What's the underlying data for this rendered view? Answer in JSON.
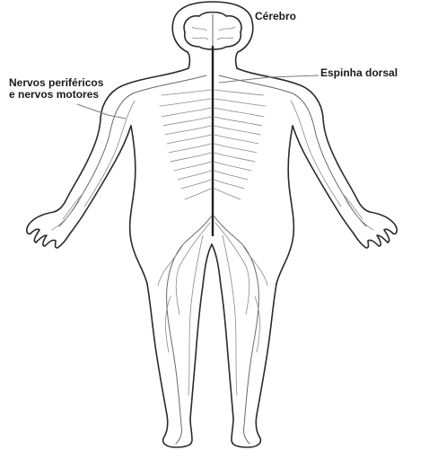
{
  "labels": {
    "brain": "Cérebro",
    "spine": "Espinha dorsal",
    "nerves_line1": "Nervos periféricos",
    "nerves_line2": "e nervos motores"
  },
  "colors": {
    "outline": "#2a2a2a",
    "nerves": "#6a6a6a",
    "background": "#ffffff"
  }
}
